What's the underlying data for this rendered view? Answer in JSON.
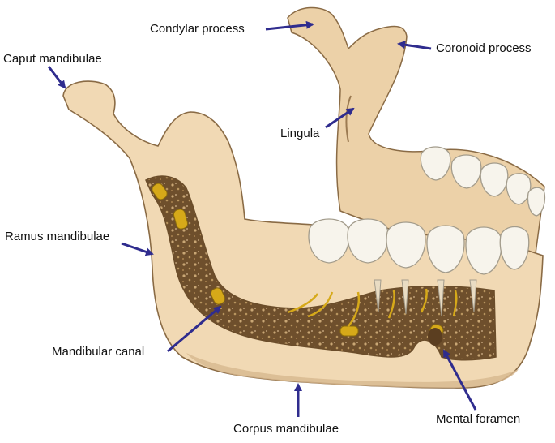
{
  "labels": {
    "condylar_process": "Condylar process",
    "coronoid_process": "Coronoid process",
    "caput_mandibulae": "Caput mandibulae",
    "lingula": "Lingula",
    "ramus_mandibulae": "Ramus mandibulae",
    "mandibular_canal": "Mandibular canal",
    "corpus_mandibulae": "Corpus mandibulae",
    "mental_foramen": "Mental foramen"
  },
  "colors": {
    "bone": "#f1d9b4",
    "bone_shadow": "#d7b88e",
    "bone_outline": "#8a6b45",
    "marrow": "#7a5a34",
    "nerve": "#d6a919",
    "tooth": "#f7f4ec",
    "tooth_outline": "#a39c8c",
    "arrow": "#2f2c8e"
  }
}
